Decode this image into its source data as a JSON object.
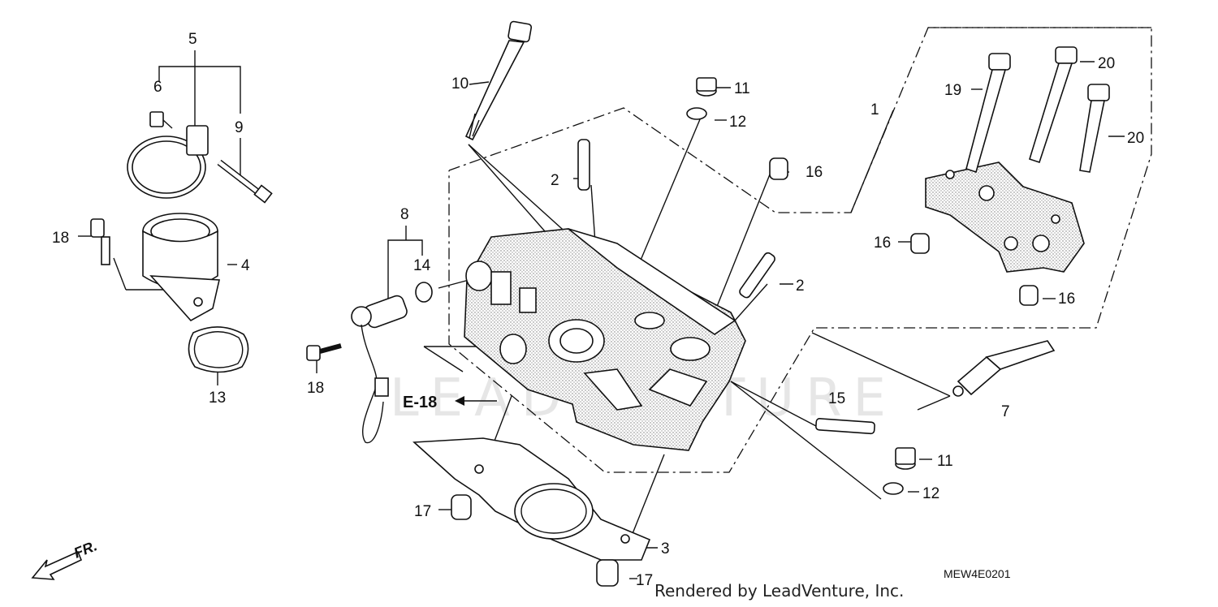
{
  "diagram_code": "MEW4E0201",
  "credit": "Rendered by LeadVenture, Inc.",
  "watermark": "LEADVENTURE",
  "reference_label": "E-18",
  "direction_label": "FR.",
  "callouts": {
    "c1": "1",
    "c2a": "2",
    "c2b": "2",
    "c3": "3",
    "c4": "4",
    "c5": "5",
    "c6": "6",
    "c7": "7",
    "c8": "8",
    "c9": "9",
    "c10": "10",
    "c11a": "11",
    "c11b": "11",
    "c12a": "12",
    "c12b": "12",
    "c13": "13",
    "c14": "14",
    "c15": "15",
    "c16a": "16",
    "c16b": "16",
    "c16c": "16",
    "c17a": "17",
    "c17b": "17",
    "c18a": "18",
    "c18b": "18",
    "c19": "19",
    "c20a": "20",
    "c20b": "20"
  },
  "colors": {
    "line": "#111111",
    "watermark": "#e6e6e6",
    "background": "#ffffff"
  }
}
